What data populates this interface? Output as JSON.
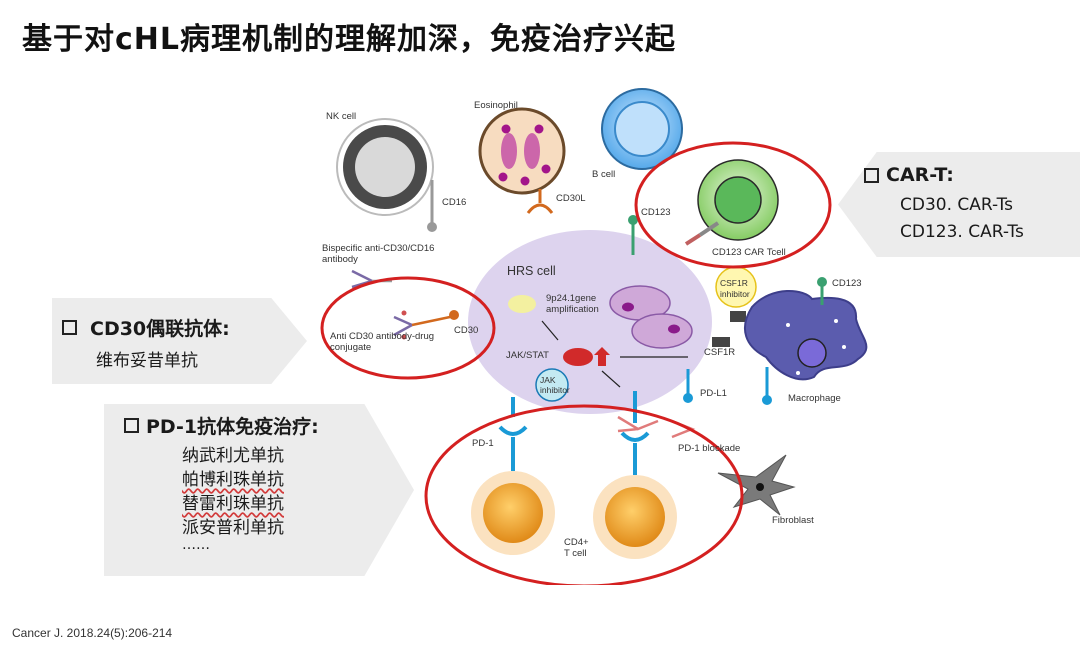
{
  "slide": {
    "title": "基于对cHL病理机制的理解加深，免疫治疗兴起",
    "citation": "Cancer J. 2018.24(5):206-214"
  },
  "callouts": {
    "car_t": {
      "heading": "CAR-T:",
      "items": [
        "CD30. CAR-Ts",
        "CD123. CAR-Ts"
      ]
    },
    "cd30": {
      "heading": "CD30偶联抗体:",
      "items": [
        "维布妥昔单抗"
      ]
    },
    "pd1": {
      "heading": "PD-1抗体免疫治疗:",
      "items": [
        "纳武利尤单抗",
        "帕博利珠单抗",
        "替雷利珠单抗",
        "派安普利单抗",
        "……"
      ]
    }
  },
  "figure": {
    "labels": {
      "nk_cell": "NK cell",
      "eosinophil": "Eosinophil",
      "b_cell": "B cell",
      "cd16": "CD16",
      "cd30l": "CD30L",
      "cd123_top": "CD123",
      "cd123_car": "CD123 CAR Tcell",
      "bispecific": "Bispecific anti-CD30/CD16\nantibody",
      "hrs_cell": "HRS cell",
      "amplification": "9p24.1gene\namplification",
      "csf1r_inhibitor": "CSF1R\ninhibitor",
      "cd123_macro": "CD123",
      "adc": "Anti CD30 antibody-drug\nconjugate",
      "cd30": "CD30",
      "jak_stat": "JAK/STAT",
      "csf1r": "CSF1R",
      "jak_inhibitor": "JAK\ninhibitor",
      "pd_l1": "PD-L1",
      "macrophage": "Macrophage",
      "pd1": "PD-1",
      "pd1_blockade": "PD-1 blockade",
      "cd4": "CD4+\nT cell",
      "fibroblast": "Fibroblast"
    },
    "colors": {
      "highlight": "#d42020",
      "receptor": "#1a9ad6",
      "hrs": "#ddd3ee",
      "tcell": "#f0a030",
      "callout_bg": "#ececec"
    }
  }
}
